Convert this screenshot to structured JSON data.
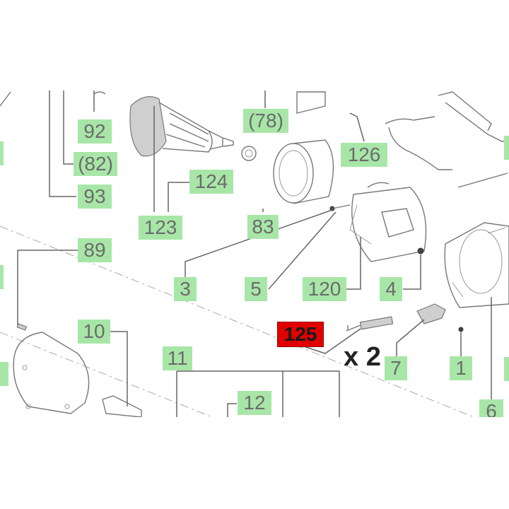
{
  "diagram": {
    "callouts": [
      {
        "id": "92",
        "text": "92"
      },
      {
        "id": "82",
        "text": "(82)"
      },
      {
        "id": "93",
        "text": "93"
      },
      {
        "id": "78",
        "text": "(78)"
      },
      {
        "id": "126",
        "text": "126"
      },
      {
        "id": "124",
        "text": "124"
      },
      {
        "id": "123",
        "text": "123"
      },
      {
        "id": "83",
        "text": "83"
      },
      {
        "id": "89",
        "text": "89"
      },
      {
        "id": "3",
        "text": "3"
      },
      {
        "id": "5",
        "text": "5"
      },
      {
        "id": "120",
        "text": "120"
      },
      {
        "id": "4",
        "text": "4"
      },
      {
        "id": "10",
        "text": "10"
      },
      {
        "id": "125",
        "text": "125"
      },
      {
        "id": "7",
        "text": "7"
      },
      {
        "id": "1",
        "text": "1"
      },
      {
        "id": "11",
        "text": "11"
      },
      {
        "id": "12",
        "text": "12"
      },
      {
        "id": "6",
        "text": "6"
      }
    ],
    "highlighted_part": "125",
    "quantity": "x 2",
    "label_color": "#a8e6a8",
    "highlight_color": "#e10000"
  }
}
